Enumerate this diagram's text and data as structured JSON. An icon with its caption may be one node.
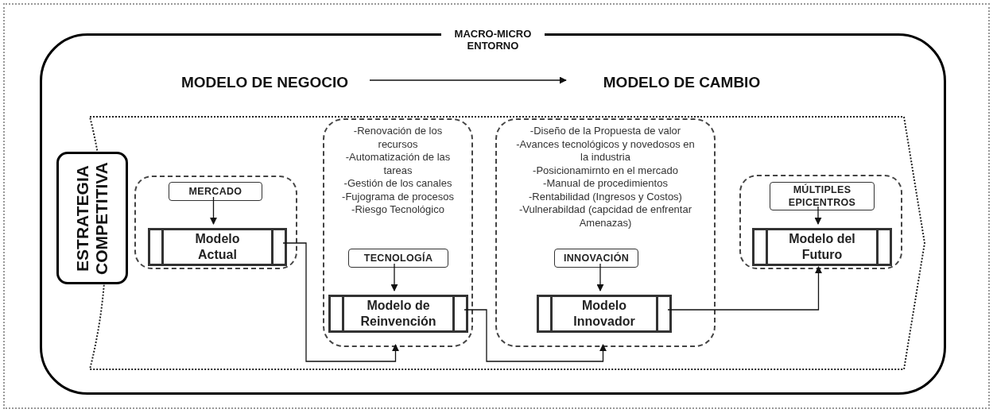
{
  "diagram": {
    "nodes": [
      {
        "text": [
          "MACRO-MICRO ENTORNO"
        ]
      },
      {
        "text": [
          "MODELO DE NEGOCIO"
        ],
        "in": 0
      },
      {
        "text": [
          "MODELO DE CAMBIO"
        ],
        "in": 0
      },
      {
        "text": [],
        "shape": "chevron",
        "in": 0
      },
      {
        "text": [
          "ESTRATEGIA COMPETITIVA"
        ],
        "in": 0
      },
      {
        "text": [],
        "shape": "box",
        "in": 3
      },
      {
        "text": [
          "MERCADO"
        ],
        "in": 5
      },
      {
        "text": [
          "Modelo Actual"
        ],
        "in": 5
      },
      {
        "text": [
          "-Renovación de los recursos",
          "-Automatización de las tareas",
          "-Gestión de los canales",
          "-Fujograma de procesos",
          "-Riesgo Tecnológico"
        ],
        "in": 3
      },
      {
        "text": [
          "TECNOLOGÍA"
        ],
        "in": 8
      },
      {
        "text": [
          "Modelo de Reinvención"
        ],
        "in": 8
      },
      {
        "text": [
          "-Diseño de la Propuesta de valor",
          "-Avances tecnológicos y novedosos en la industria",
          "-Posicionamirnto en el mercado",
          "-Manual de procedimientos",
          "-Rentabilidad (Ingresos y Costos)",
          "-Vulnerabildad (capcidad de enfrentar Amenazas)"
        ],
        "in": 3
      },
      {
        "text": [
          "INNOVACIÓN"
        ],
        "in": 11
      },
      {
        "text": [
          "Modelo Innovador"
        ],
        "in": 11
      },
      {
        "text": [],
        "shape": "box",
        "in": 3
      },
      {
        "text": [
          "MÚLTIPLES EPICENTROS"
        ],
        "in": 14
      },
      {
        "text": [
          "Modelo del Futuro"
        ],
        "in": 14
      }
    ],
    "edges": [
      {
        "from": 1,
        "to": 2,
        "arrow": "to"
      },
      {
        "from": 6,
        "to": 7,
        "arrow": "to"
      },
      {
        "from": 9,
        "to": 10,
        "arrow": "to"
      },
      {
        "from": 12,
        "to": 13,
        "arrow": "to"
      },
      {
        "from": 15,
        "to": 16,
        "arrow": "to"
      },
      {
        "from": 7,
        "to": 8,
        "arrow": "to"
      },
      {
        "from": 10,
        "to": 11,
        "arrow": "to"
      },
      {
        "from": 13,
        "to": 14,
        "arrow": "to"
      }
    ]
  }
}
